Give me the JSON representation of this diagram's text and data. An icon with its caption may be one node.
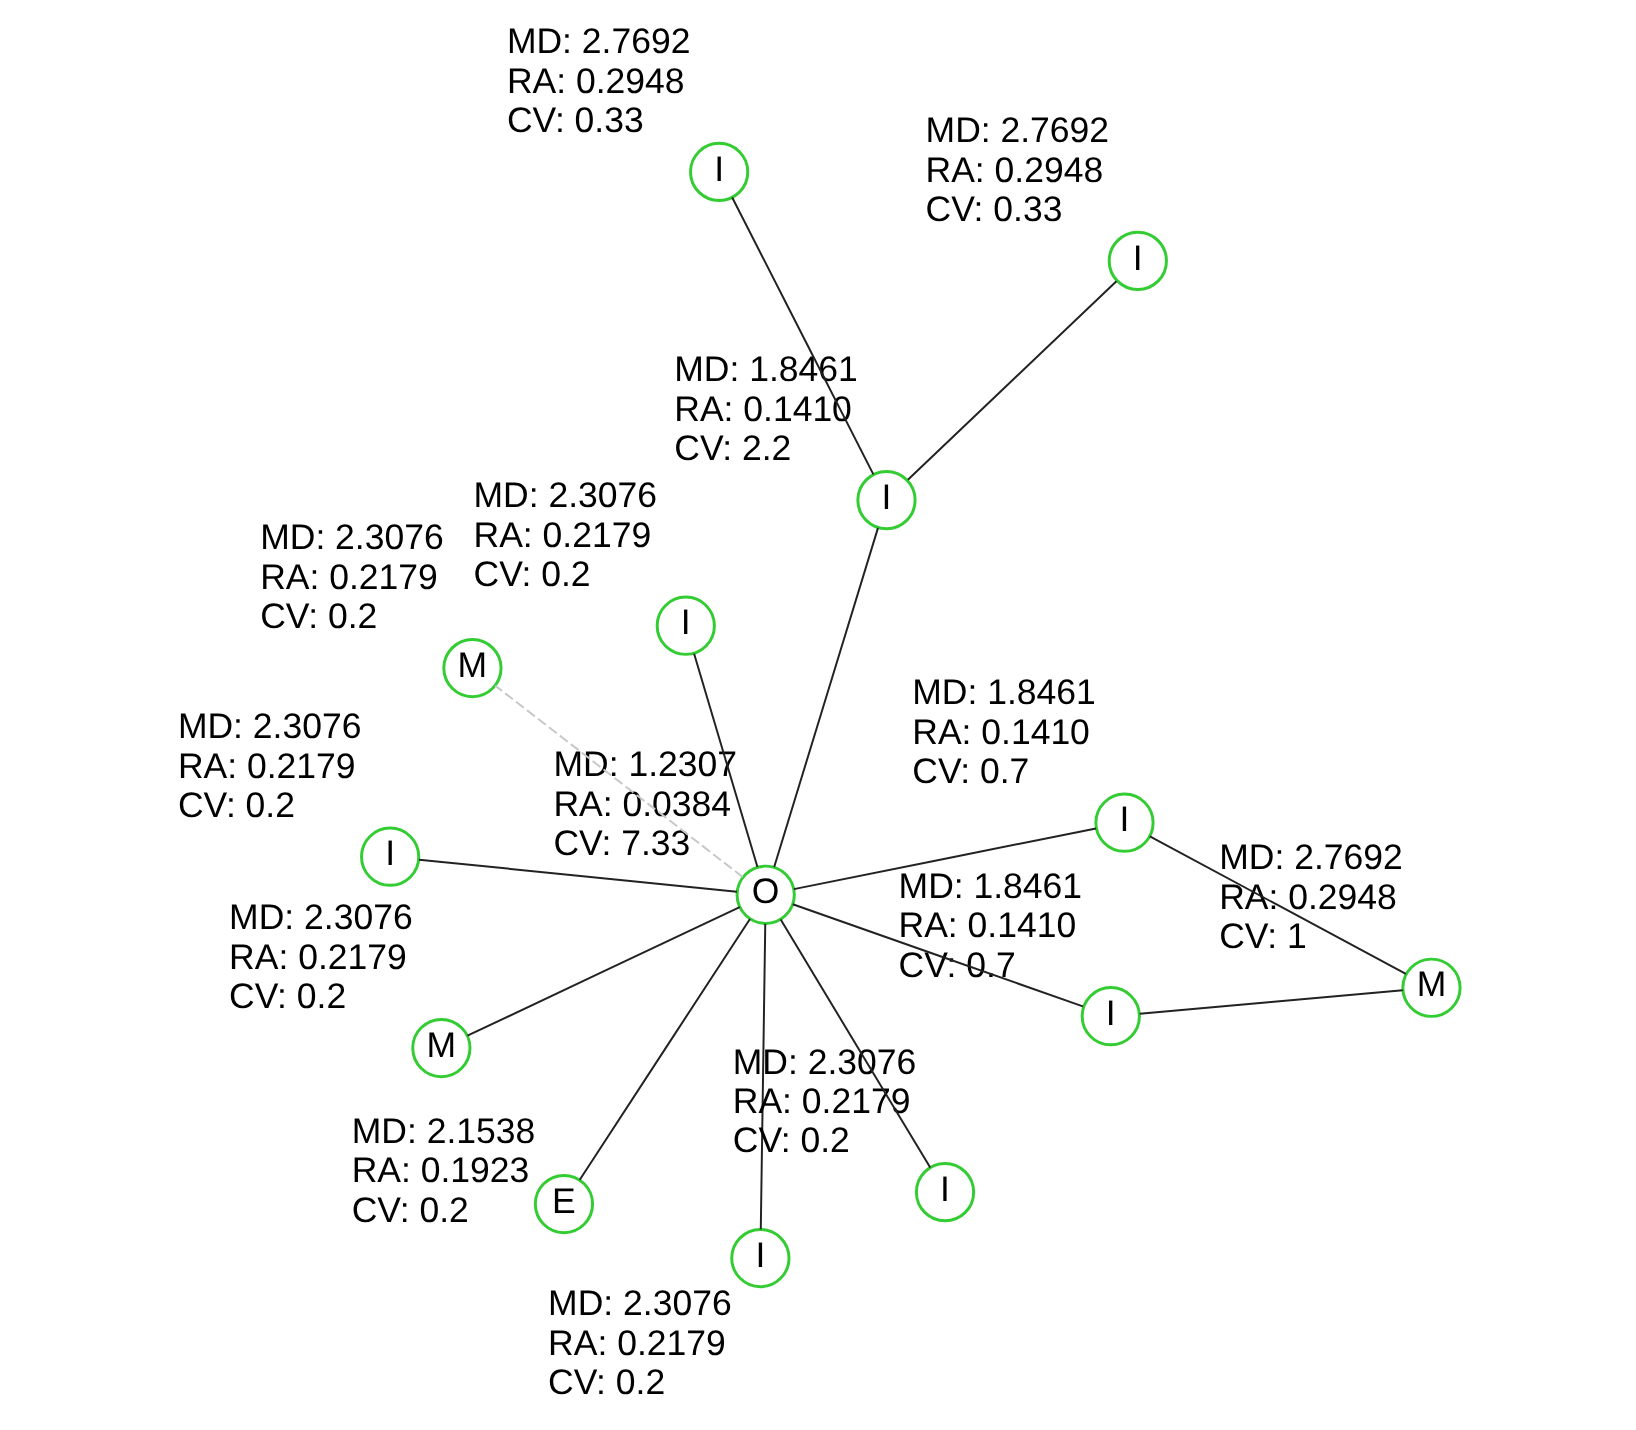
{
  "diagram": {
    "nodes": [
      {
        "text": [
          "I"
        ],
        "beside": [
          "MD: 2.7692",
          "RA: 0.2948",
          "CV: 0.33"
        ]
      },
      {
        "text": [
          "I"
        ],
        "beside": [
          "MD: 2.7692",
          "RA: 0.2948",
          "CV: 0.33"
        ]
      },
      {
        "text": [
          "I"
        ],
        "beside": [
          "MD: 2.3076",
          "RA: 0.2179",
          "CV: 0.2"
        ]
      },
      {
        "text": [
          "I"
        ],
        "beside": [
          "MD: 2.3076",
          "RA: 0.2179",
          "CV: 0.2"
        ]
      },
      {
        "text": [
          "I"
        ],
        "beside": [
          "MD: 1.8461",
          "RA: 0.1410",
          "CV: 2.2"
        ]
      },
      {
        "text": [
          "M"
        ],
        "beside": [
          "MD: 2.3076",
          "RA: 0.2179",
          "CV: 0.2"
        ]
      },
      {
        "text": [
          "E"
        ],
        "beside": [
          "MD: 2.1538",
          "RA: 0.1923",
          "CV: 0.2"
        ]
      },
      {
        "text": [
          "O"
        ],
        "beside": [
          "MD: 1.2307",
          "RA: 0.0384",
          "CV: 7.33"
        ]
      },
      {
        "text": [
          "M"
        ],
        "beside": [
          "MD: 2.3076",
          "RA: 0.2179",
          "CV: 0.2"
        ]
      },
      {
        "text": [
          "M"
        ],
        "beside": [
          "MD: 2.7692",
          "RA: 0.2948",
          "CV: 1"
        ]
      },
      {
        "text": [
          "I"
        ],
        "beside": [
          "MD: 2.3076",
          "RA: 0.2179",
          "CV: 0.2"
        ]
      },
      {
        "text": [
          "I"
        ],
        "beside": [
          "MD: 2.3076",
          "RA: 0.2179",
          "CV: 0.2"
        ]
      },
      {
        "text": [
          "I"
        ],
        "beside": [
          "MD: 1.8461",
          "RA: 0.1410",
          "CV: 0.7"
        ]
      },
      {
        "text": [
          "I"
        ],
        "beside": [
          "MD: 1.8461",
          "RA: 0.1410",
          "CV: 0.7"
        ]
      }
    ],
    "edges": [
      {
        "from": 4,
        "to": 0,
        "arrow": "none"
      },
      {
        "from": 4,
        "to": 1,
        "arrow": "none"
      },
      {
        "from": 7,
        "to": 2,
        "arrow": "none"
      },
      {
        "from": 7,
        "to": 3,
        "arrow": "none"
      },
      {
        "from": 7,
        "to": 4,
        "arrow": "none"
      },
      {
        "from": 7,
        "to": 5,
        "arrow": "none",
        "style": "dashed",
        "color": "#c8c8c8"
      },
      {
        "from": 6,
        "to": 7,
        "arrow": "none"
      },
      {
        "from": 7,
        "to": 8,
        "arrow": "none"
      },
      {
        "from": 7,
        "to": 10,
        "arrow": "none"
      },
      {
        "from": 7,
        "to": 11,
        "arrow": "none"
      },
      {
        "from": 7,
        "to": 12,
        "arrow": "none"
      },
      {
        "from": 7,
        "to": 13,
        "arrow": "none"
      },
      {
        "from": 12,
        "to": 9,
        "arrow": "none"
      },
      {
        "from": 9,
        "to": 13,
        "arrow": "none"
      }
    ]
  }
}
